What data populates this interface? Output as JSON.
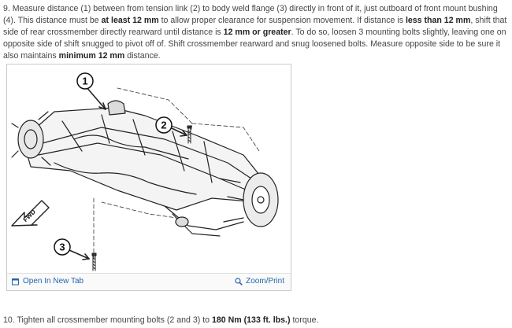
{
  "step9": {
    "p1": "9. Measure distance (1) between from tension link (2) to body weld flange (3) directly in front of it, just outboard of front mount bushing (4). This distance must be ",
    "b1": "at least 12 mm",
    "p2": " to allow proper clearance for suspension movement. If distance is ",
    "b2": "less than 12 mm",
    "p3": ", shift that side of rear crossmember directly rearward until distance is ",
    "b3": "12 mm or greater",
    "p4": ". To do so, loosen 3 mounting bolts slightly, leaving one on opposite side of shift snugged to pivot off of. Shift crossmember rearward and snug loosened bolts. Measure opposite side to be sure it also maintains ",
    "b4": "minimum 12 mm",
    "p5": " distance."
  },
  "figure": {
    "callouts": [
      "1",
      "2",
      "3"
    ],
    "fwd_label": "FWD",
    "open_tab_label": "Open In New Tab",
    "zoom_print_label": "Zoom/Print",
    "open_tab_icon": "external-window-icon",
    "zoom_icon": "magnifier-icon",
    "link_color": "#2266aa"
  },
  "step10": {
    "p1": "10. Tighten all crossmember mounting bolts (2 and 3) to ",
    "b1": "180 Nm",
    "p2": " ",
    "b2": "(133 ft. lbs.)",
    "p3": " torque."
  }
}
